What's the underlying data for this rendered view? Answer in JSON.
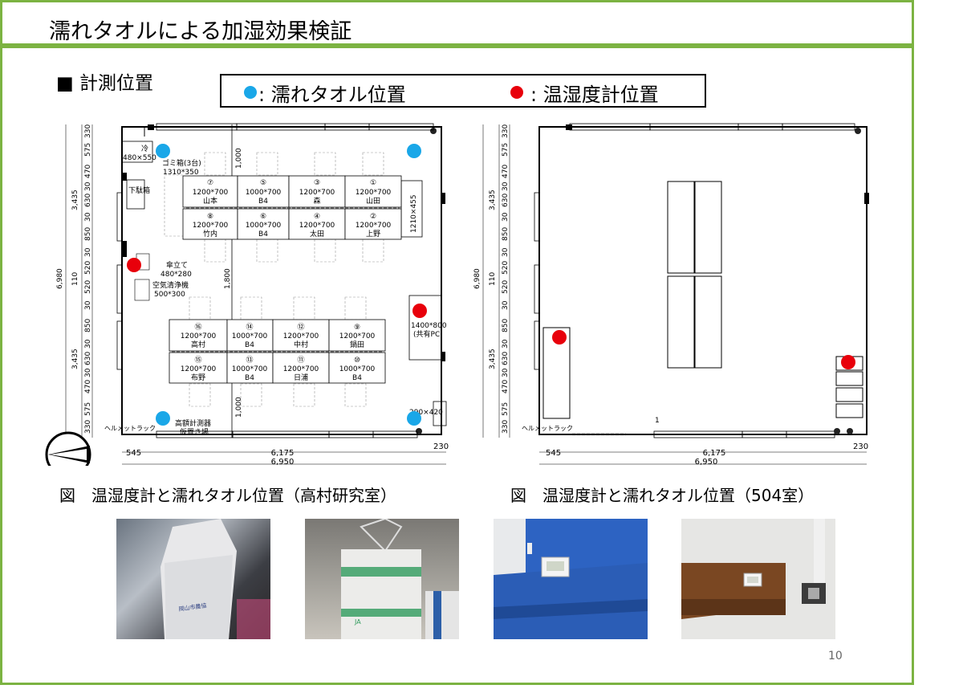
{
  "slide": {
    "title": "濡れタオルによる加湿効果検証",
    "section_label": "■ 計測位置",
    "page_number": "10"
  },
  "legend": {
    "towel_label": ": 濡れタオル位置",
    "meter_label": ": 温湿度計位置",
    "towel_color": "#1aa7e8",
    "meter_color": "#e8000b"
  },
  "plan_left": {
    "dims_left": [
      "330",
      "575",
      "470",
      "3,435",
      "30",
      "630",
      "30",
      "850",
      "30",
      "520",
      "6,980",
      "110",
      "520",
      "30",
      "850",
      "30",
      "3,435",
      "630",
      "30",
      "470",
      "575",
      "330"
    ],
    "dims_bottom": [
      "545",
      "6,175",
      "230",
      "6,950"
    ],
    "dims_vertical_center": [
      "1,000",
      "1,800",
      "1,000"
    ],
    "labels": {
      "fridge": "冷",
      "fridge_size": "480×550",
      "trash": "ゴミ箱(3台)",
      "trash_size": "1310*350",
      "shoe_box": "下駄箱",
      "umbrella": "傘立て",
      "umbrella_size": "480*280",
      "purifier": "空気清浄機",
      "purifier_size": "500*300",
      "shared_pc_size": "1400*800",
      "shared_pc": "(共有PC)",
      "right_cabinet": "1210×455",
      "corner_size": "290×420",
      "helmet_rack": "ヘルメットラック",
      "measuring_tools": "高額計測器",
      "temp_storage": "仮置き場"
    },
    "desks_top": [
      {
        "num": "⑦",
        "size": "1200*700",
        "name": "山本"
      },
      {
        "num": "⑤",
        "size": "1000*700",
        "name": "B4"
      },
      {
        "num": "③",
        "size": "1200*700",
        "name": "森"
      },
      {
        "num": "①",
        "size": "1200*700",
        "name": "山田"
      },
      {
        "num": "⑧",
        "size": "1200*700",
        "name": "竹内"
      },
      {
        "num": "⑥",
        "size": "1000*700",
        "name": "B4"
      },
      {
        "num": "④",
        "size": "1200*700",
        "name": "太田"
      },
      {
        "num": "②",
        "size": "1200*700",
        "name": "上野"
      }
    ],
    "desks_bottom": [
      {
        "num": "⑯",
        "size": "1200*700",
        "name": "高村"
      },
      {
        "num": "⑭",
        "size": "1000*700",
        "name": "B4"
      },
      {
        "num": "⑫",
        "size": "1200*700",
        "name": "中村"
      },
      {
        "num": "⑨",
        "size": "1200*700",
        "name": "鍋田"
      },
      {
        "num": "⑮",
        "size": "1200*700",
        "name": "布野"
      },
      {
        "num": "⑬",
        "size": "1000*700",
        "name": "B4"
      },
      {
        "num": "⑪",
        "size": "1200*700",
        "name": "日浦"
      },
      {
        "num": "⑩",
        "size": "1000*700",
        "name": "B4"
      }
    ]
  },
  "plan_right": {
    "dims_left": [
      "330",
      "575",
      "470",
      "3,435",
      "30",
      "630",
      "30",
      "850",
      "30",
      "520",
      "6,980",
      "110",
      "520",
      "30",
      "850",
      "30",
      "3,435",
      "630",
      "30",
      "470",
      "575",
      "330"
    ],
    "dims_bottom": [
      "545",
      "6,175",
      "230",
      "6,950"
    ],
    "labels": {
      "helmet_rack": "ヘルメットラック",
      "one": "1"
    }
  },
  "captions": {
    "left": "図　温湿度計と濡れタオル位置（高村研究室）",
    "right": "図　温湿度計と濡れタオル位置（504室）"
  },
  "photos": [
    {
      "subject": "hanging-wet-towel",
      "print": "岡山市農協"
    },
    {
      "subject": "hanging-wet-towel-2",
      "print": "JA"
    },
    {
      "subject": "thermo-hygrometer-on-chair",
      "print": ""
    },
    {
      "subject": "thermo-hygrometer-on-desk",
      "print": ""
    }
  ]
}
